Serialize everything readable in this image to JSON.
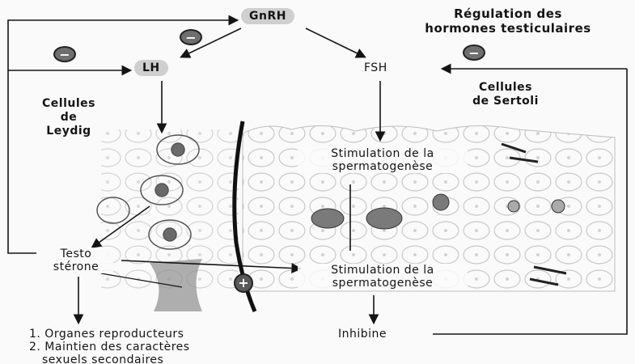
{
  "title": {
    "line1": "Régulation des",
    "line2": "hormones testiculaires"
  },
  "hormones": {
    "gnrh": "GnRH",
    "lh": "LH",
    "fsh": "FSH"
  },
  "cells": {
    "leydig": {
      "line1": "Cellules",
      "line2": "de",
      "line3": "Leydig"
    },
    "sertoli": {
      "line1": "Cellules",
      "line2": "de Sertoli"
    }
  },
  "testosterone": {
    "line1": "Testo",
    "line2": "stérone"
  },
  "stimulation_top": {
    "line1": "Stimulation de la",
    "line2": "spermatogenèse"
  },
  "stimulation_bottom": {
    "line1": "Stimulation de la",
    "line2": "spermatogenèse"
  },
  "inhibine": "Inhibine",
  "effects": {
    "line1": "1. Organes reproducteurs",
    "line2": "2. Maintien des caractères",
    "line3": "sexuels secondaires"
  },
  "signs": {
    "minus": "−",
    "plus": "+"
  }
}
